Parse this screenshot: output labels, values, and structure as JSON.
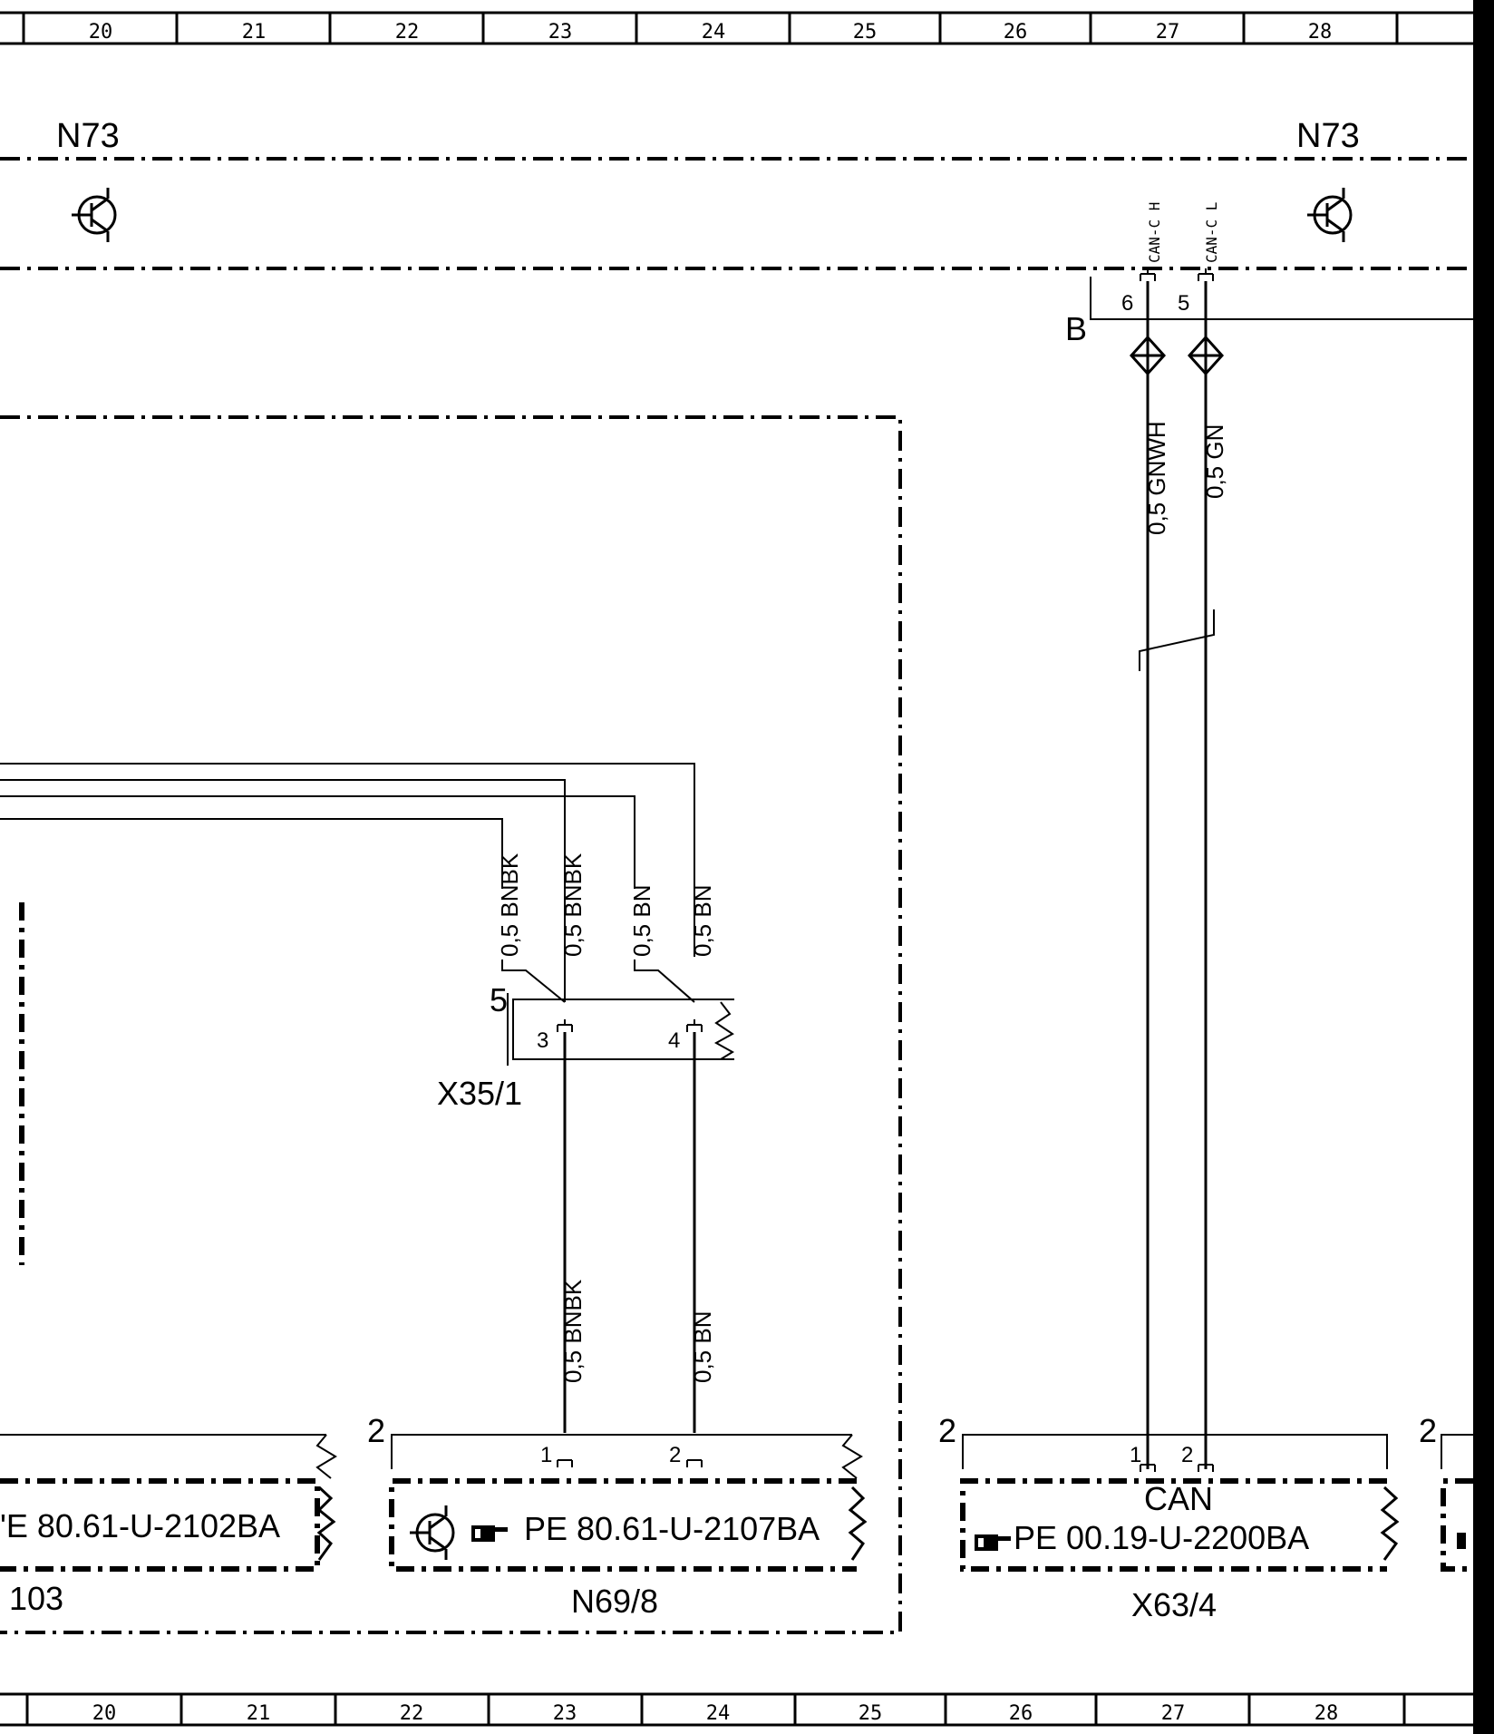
{
  "grid": {
    "columns": [
      "20",
      "21",
      "22",
      "23",
      "24",
      "25",
      "26",
      "27",
      "28"
    ]
  },
  "modules": {
    "n73_left": "N73",
    "n73_right": "N73",
    "point_b": "B"
  },
  "can_pins": {
    "pin6": {
      "number": "6",
      "signal": "CAN-C H"
    },
    "pin5": {
      "number": "5",
      "signal": "CAN-C L"
    }
  },
  "can_wires": {
    "left": {
      "size": "0,5",
      "color": "GNWH"
    },
    "right": {
      "size": "0,5",
      "color": "GN"
    }
  },
  "upper_wires": [
    {
      "size": "0,5",
      "color": "BNBK"
    },
    {
      "size": "0,5",
      "color": "BNBK"
    },
    {
      "size": "0,5",
      "color": "BN"
    },
    {
      "size": "0,5",
      "color": "BN"
    }
  ],
  "connector_x35": {
    "name": "X35/1",
    "frame_pin": "5",
    "pin_left": "3",
    "pin_right": "4"
  },
  "lower_wires": [
    {
      "size": "0,5",
      "color": "BNBK"
    },
    {
      "size": "0,5",
      "color": "BN"
    }
  ],
  "boxes": {
    "left": {
      "pe_ref": "'E 80.61-U-2102BA",
      "name": "103"
    },
    "middle": {
      "pe_ref": "PE 80.61-U-2107BA",
      "name": "N69/8",
      "frame_pin": "2",
      "pin1": "1",
      "pin2": "2"
    },
    "right": {
      "pe_ref": "PE 00.19-U-2200BA",
      "name": "X63/4",
      "frame_pin": "2",
      "pin1": "1",
      "pin2": "2",
      "bus": "CAN"
    },
    "far_right": {
      "frame_pin": "2"
    }
  }
}
